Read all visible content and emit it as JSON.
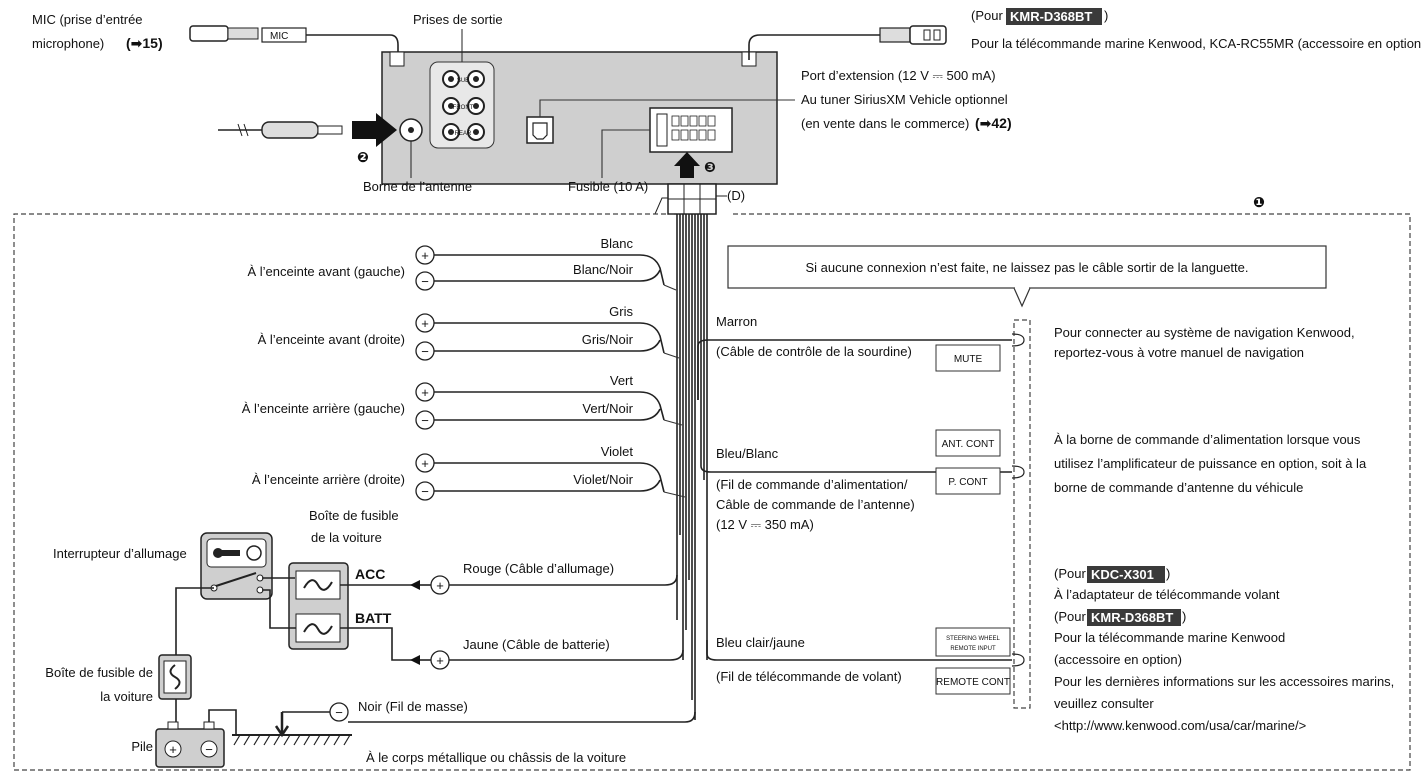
{
  "top": {
    "mic_line1": "MIC (prise d’entrée",
    "mic_line2": "microphone)",
    "mic_ref": "(➡15)",
    "mic_label": "MIC",
    "output_jacks": "Prises de sortie",
    "jack_labels": [
      "SUB",
      "FRONT",
      "REAR"
    ],
    "antenna_terminal": "Borne de l’antenne",
    "fuse": "Fusible (10 A)",
    "connector_d": "(D)",
    "ext_port": "Port d’extension (12 V ⎓ 500 mA)",
    "sirius_line1": "Au tuner SiriusXM Vehicle optionnel",
    "sirius_line2": "(en vente dans le commerce)",
    "sirius_ref": "(➡42)",
    "remote_prefix": "(Pour ",
    "remote_model": "KMR-D368BT",
    "remote_suffix": ")",
    "remote_desc": "Pour la télécommande marine Kenwood, KCA-RC55MR (accessoire en option)",
    "step1": "❶",
    "step2": "❷",
    "step3": "❸"
  },
  "note": "Si aucune connexion n’est faite, ne laissez pas le câble sortir de la languette.",
  "speakers": [
    {
      "label": "À l’enceinte avant (gauche)",
      "plus": "Blanc",
      "minus": "Blanc/Noir"
    },
    {
      "label": "À l’enceinte avant (droite)",
      "plus": "Gris",
      "minus": "Gris/Noir"
    },
    {
      "label": "À l’enceinte arrière (gauche)",
      "plus": "Vert",
      "minus": "Vert/Noir"
    },
    {
      "label": "À l’enceinte arrière (droite)",
      "plus": "Violet",
      "minus": "Violet/Noir"
    }
  ],
  "plus_sign": "+",
  "minus_sign": "−",
  "power": {
    "ignition_switch": "Interrupteur d’allumage",
    "fusebox_line1": "Boîte de fusible",
    "fusebox_line2": "de la voiture",
    "acc": "ACC",
    "batt": "BATT",
    "red": "Rouge (Câble d’allumage)",
    "yellow": "Jaune (Câble de batterie)",
    "fusebox2_line1": "Boîte de fusible de",
    "fusebox2_line2": "la voiture",
    "battery": "Pile",
    "ground": "Noir (Fil de masse)",
    "chassis": "À le corps métallique ou châssis de la voiture"
  },
  "right": {
    "marron": "Marron",
    "marron_desc": "(Câble de contrôle de la sourdine)",
    "mute": "MUTE",
    "mute_info1": "Pour connecter au système de navigation Kenwood,",
    "mute_info2": "reportez-vous à votre manuel de navigation",
    "bleu_blanc": "Bleu/Blanc",
    "bleu_desc1": "(Fil de commande d’alimentation/",
    "bleu_desc2": "Câble de commande de l’antenne)",
    "bleu_desc3": "(12 V ⎓ 350 mA)",
    "ant_cont": "ANT. CONT",
    "p_cont": "P. CONT",
    "power_info1": "À la borne de commande d’alimentation lorsque vous",
    "power_info2": "utilisez l’amplificateur de puissance en option, soit à la",
    "power_info3": "borne de commande d’antenne du véhicule",
    "pour_prefix": "(Pour ",
    "pour_suffix": ")",
    "model1": "KDC-X301",
    "steer_info1": "À l’adaptateur de télécommande volant",
    "model2": "KMR-D368BT",
    "marine_info1": "Pour la télécommande marine Kenwood",
    "marine_info2": "(accessoire en option)",
    "marine_info3": "Pour les dernières informations sur les accessoires marins,",
    "marine_info4": "veuillez consulter",
    "marine_url": "<http://www.kenwood.com/usa/car/marine/>",
    "bleu_clair": "Bleu clair/jaune",
    "steer_desc": "(Fil de télécommande de volant)",
    "steering_line1": "STEERING WHEEL",
    "steering_line2": "REMOTE INPUT",
    "remote_cont": "REMOTE CONT"
  }
}
